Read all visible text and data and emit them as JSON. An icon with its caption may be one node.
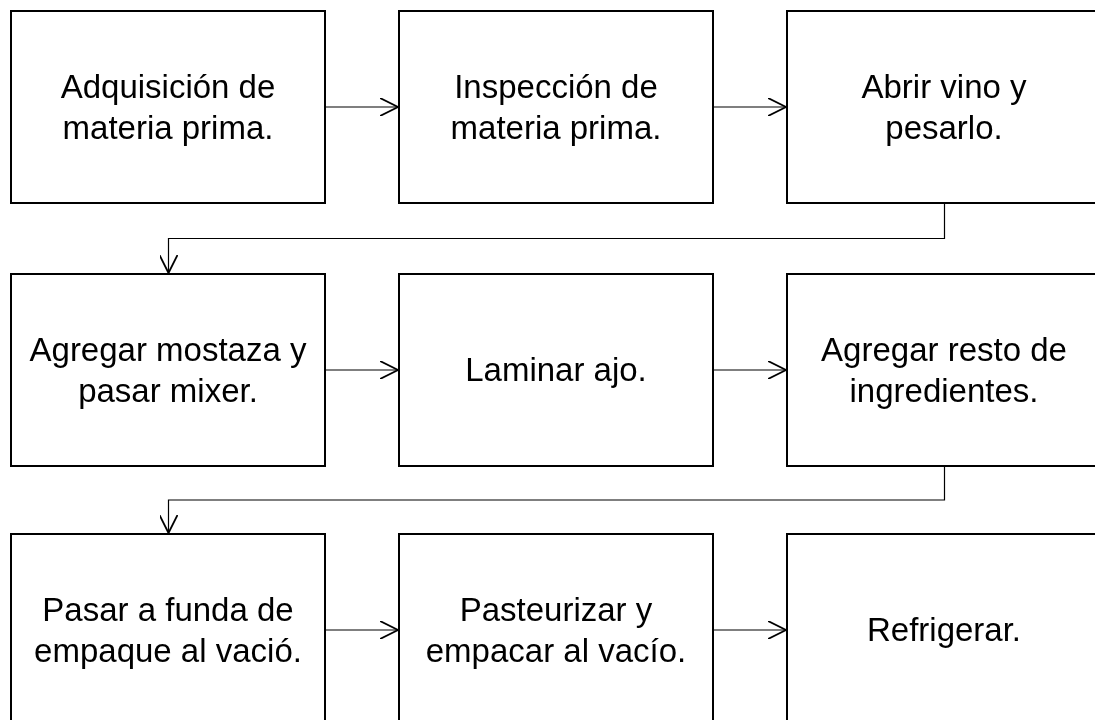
{
  "diagram": {
    "nodes": [
      {
        "text": [
          "Adquisición de materia prima."
        ]
      },
      {
        "text": [
          "Inspección de materia prima."
        ]
      },
      {
        "text": [
          "Abrir vino y pesarlo."
        ]
      },
      {
        "text": [
          "Agregar mostaza y pasar mixer."
        ]
      },
      {
        "text": [
          "Laminar ajo."
        ]
      },
      {
        "text": [
          "Agregar resto de ingredientes."
        ]
      },
      {
        "text": [
          "Pasar a funda de empaque al vació."
        ]
      },
      {
        "text": [
          "Pasteurizar y empacar al vacío."
        ]
      },
      {
        "text": [
          "Refrigerar."
        ]
      }
    ],
    "edges": [
      {
        "from": 0,
        "to": 1,
        "arrow": "to"
      },
      {
        "from": 1,
        "to": 2,
        "arrow": "to"
      },
      {
        "from": 2,
        "to": 3,
        "arrow": "to"
      },
      {
        "from": 3,
        "to": 4,
        "arrow": "to"
      },
      {
        "from": 4,
        "to": 5,
        "arrow": "to"
      },
      {
        "from": 5,
        "to": 6,
        "arrow": "to"
      },
      {
        "from": 6,
        "to": 7,
        "arrow": "to"
      },
      {
        "from": 7,
        "to": 8,
        "arrow": "to"
      }
    ]
  }
}
